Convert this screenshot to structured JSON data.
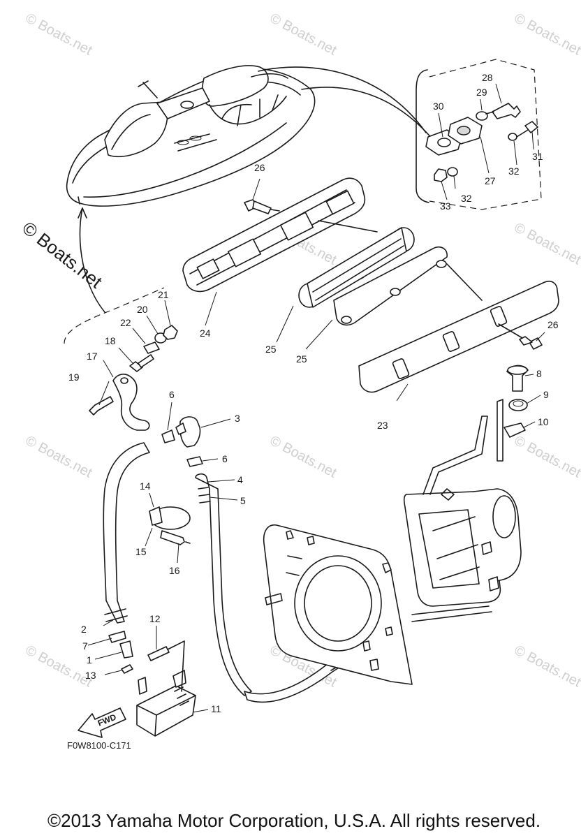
{
  "diagram_code": "F0W8100-C171",
  "fwd_label": "FWD",
  "watermark_text": "© Boats.net",
  "copyright": "©2013 Yamaha Motor Corporation, U.S.A. All rights reserved.",
  "callouts": [
    "1",
    "2",
    "3",
    "4",
    "5",
    "6",
    "6",
    "7",
    "8",
    "9",
    "10",
    "11",
    "12",
    "13",
    "14",
    "15",
    "16",
    "17",
    "18",
    "19",
    "20",
    "21",
    "22",
    "23",
    "24",
    "25",
    "25",
    "26",
    "26",
    "27",
    "28",
    "29",
    "30",
    "31",
    "32",
    "32",
    "33"
  ],
  "colors": {
    "line": "#1a1a1a",
    "watermark": "#cfcfcf",
    "background": "#ffffff"
  }
}
